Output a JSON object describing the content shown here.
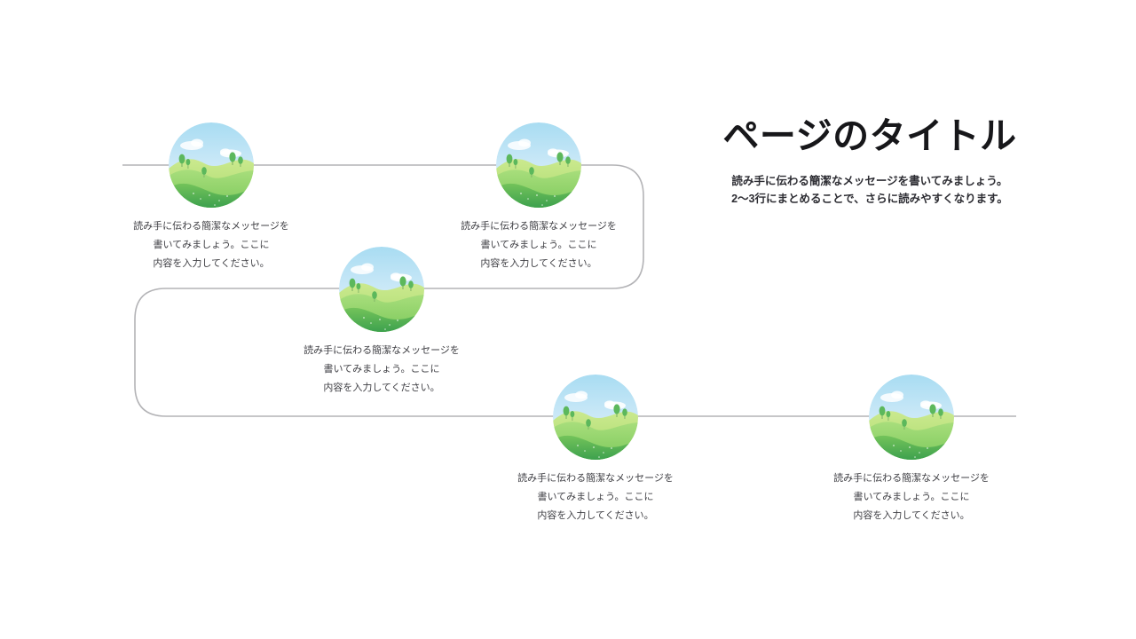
{
  "slide": {
    "background_color": "#ffffff",
    "title": "ページのタイトル",
    "subtitle_line_1": "読み手に伝わる簡潔なメッセージを書いてみましょう。",
    "subtitle_line_2": "2〜3行にまとめることで、さらに読みやすくなります。",
    "connector_color": "#b3b3b6",
    "title_color": "#17171a",
    "caption_color": "#3f3f44"
  },
  "nodes": [
    {
      "id": "node-1",
      "image_name": "landscape-hills-illustration",
      "caption_line_1": "読み手に伝わる簡潔なメッセージを",
      "caption_line_2": "書いてみましょう。ここに",
      "caption_line_3": "内容を入力してください。"
    },
    {
      "id": "node-2",
      "image_name": "landscape-hills-illustration",
      "caption_line_1": "読み手に伝わる簡潔なメッセージを",
      "caption_line_2": "書いてみましょう。ここに",
      "caption_line_3": "内容を入力してください。"
    },
    {
      "id": "node-3",
      "image_name": "landscape-hills-illustration",
      "caption_line_1": "読み手に伝わる簡潔なメッセージを",
      "caption_line_2": "書いてみましょう。ここに",
      "caption_line_3": "内容を入力してください。"
    },
    {
      "id": "node-4",
      "image_name": "landscape-hills-illustration",
      "caption_line_1": "読み手に伝わる簡潔なメッセージを",
      "caption_line_2": "書いてみましょう。ここに",
      "caption_line_3": "内容を入力してください。"
    },
    {
      "id": "node-5",
      "image_name": "landscape-hills-illustration",
      "caption_line_1": "読み手に伝わる簡潔なメッセージを",
      "caption_line_2": "書いてみましょう。ここに",
      "caption_line_3": "内容を入力してください。"
    }
  ]
}
